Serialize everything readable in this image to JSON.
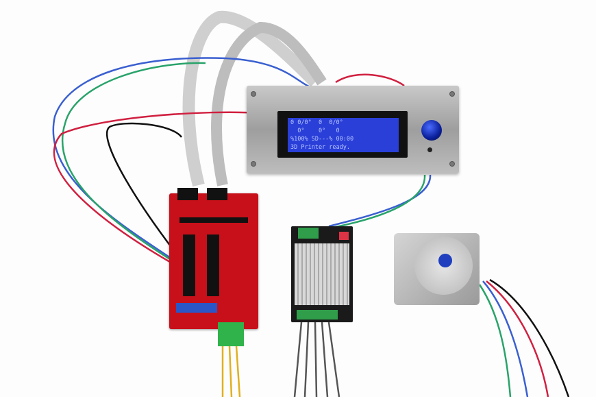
{
  "lcd": {
    "lines": [
      "0 0/0°  0  0/0°",
      "  0°    0°   0",
      "%100% SD---% 00:00",
      "3D Printer ready."
    ]
  },
  "colors": {
    "lcd_bg": "#2a3fd8",
    "board": "#c8101a",
    "knob": "#1f3fbf"
  }
}
